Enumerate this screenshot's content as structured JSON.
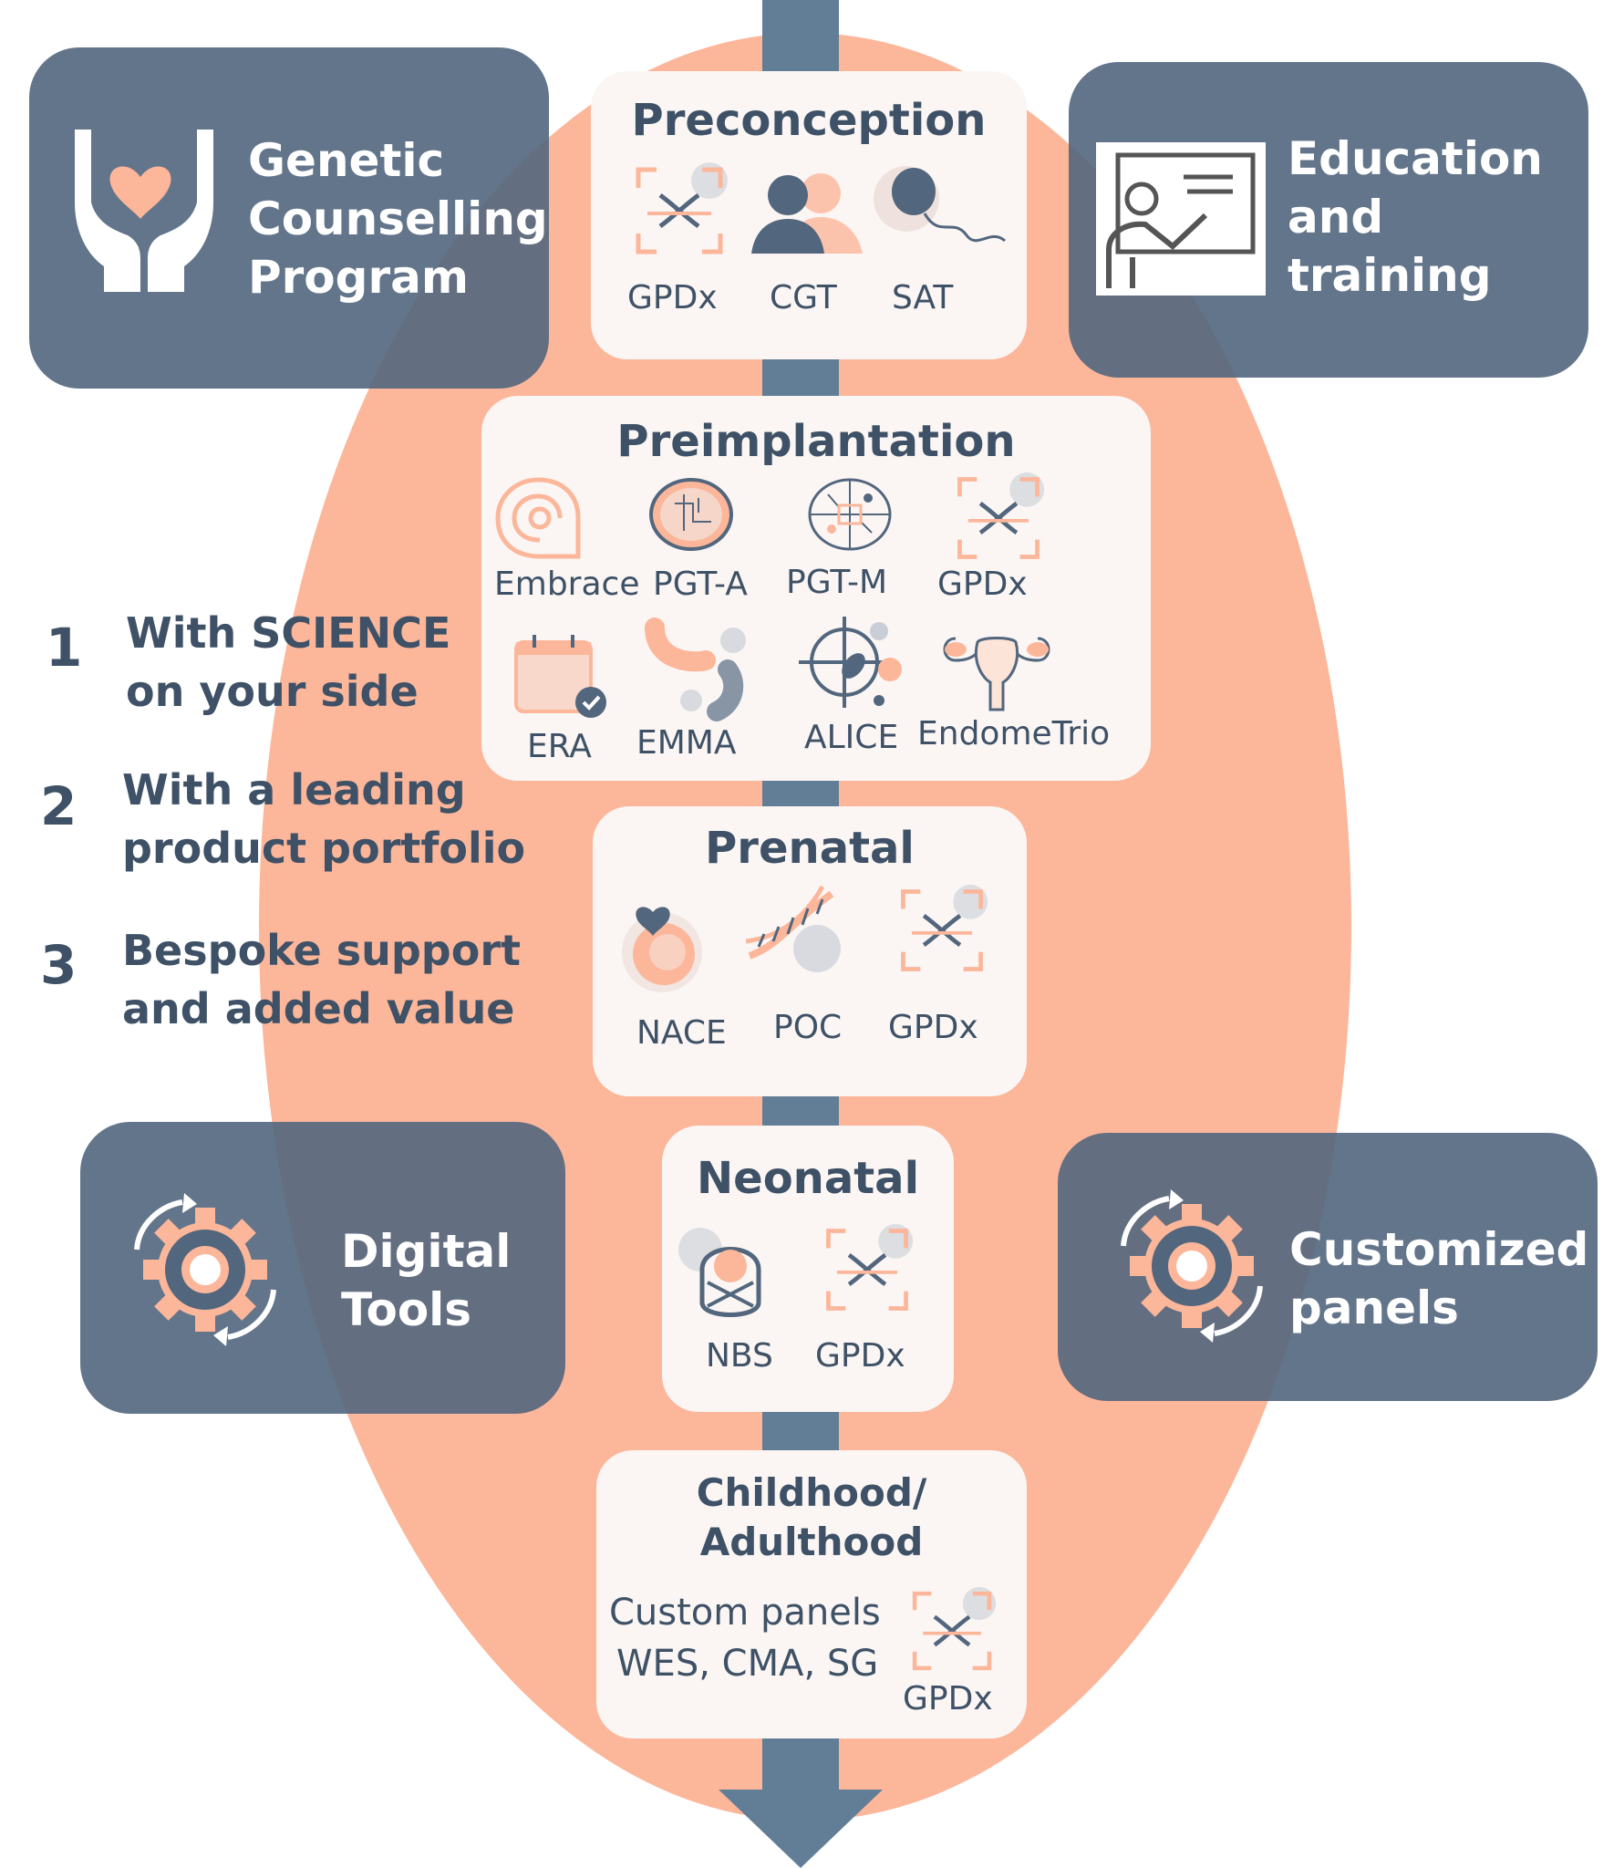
{
  "side_boxes": {
    "genetic_counselling": [
      "Genetic",
      "Counselling",
      "Program"
    ],
    "education": [
      "Education",
      "and",
      "training"
    ],
    "digital_tools": [
      "Digital",
      "Tools"
    ],
    "customized_panels": [
      "Customized",
      "panels"
    ]
  },
  "points": [
    {
      "num": "1",
      "lines": [
        "With SCIENCE",
        "on your side"
      ]
    },
    {
      "num": "2",
      "lines": [
        "With a leading",
        "product portfolio"
      ]
    },
    {
      "num": "3",
      "lines": [
        "Bespoke support",
        "and added value"
      ]
    }
  ],
  "stages": {
    "preconception": {
      "title": "Preconception",
      "items": [
        "GPDx",
        "CGT",
        "SAT"
      ]
    },
    "preimplantation": {
      "title": "Preimplantation",
      "items": [
        "Embrace",
        "PGT-A",
        "PGT-M",
        "GPDx",
        "ERA",
        "EMMA",
        "ALICE",
        "EndomeTrio"
      ]
    },
    "prenatal": {
      "title": "Prenatal",
      "items": [
        "NACE",
        "POC",
        "GPDx"
      ]
    },
    "neonatal": {
      "title": "Neonatal",
      "items": [
        "NBS",
        "GPDx"
      ]
    },
    "childhood": {
      "title_lines": [
        "Childhood/",
        "Adulthood"
      ],
      "text_lines": [
        "Custom panels",
        "WES, CMA, SG"
      ],
      "items": [
        "GPDx"
      ]
    }
  },
  "colors": {
    "salmon": "#fcb69a",
    "slate": "#52667d",
    "arrow": "#627d96",
    "text": "#3e5166",
    "box": "#fbf6f4"
  }
}
